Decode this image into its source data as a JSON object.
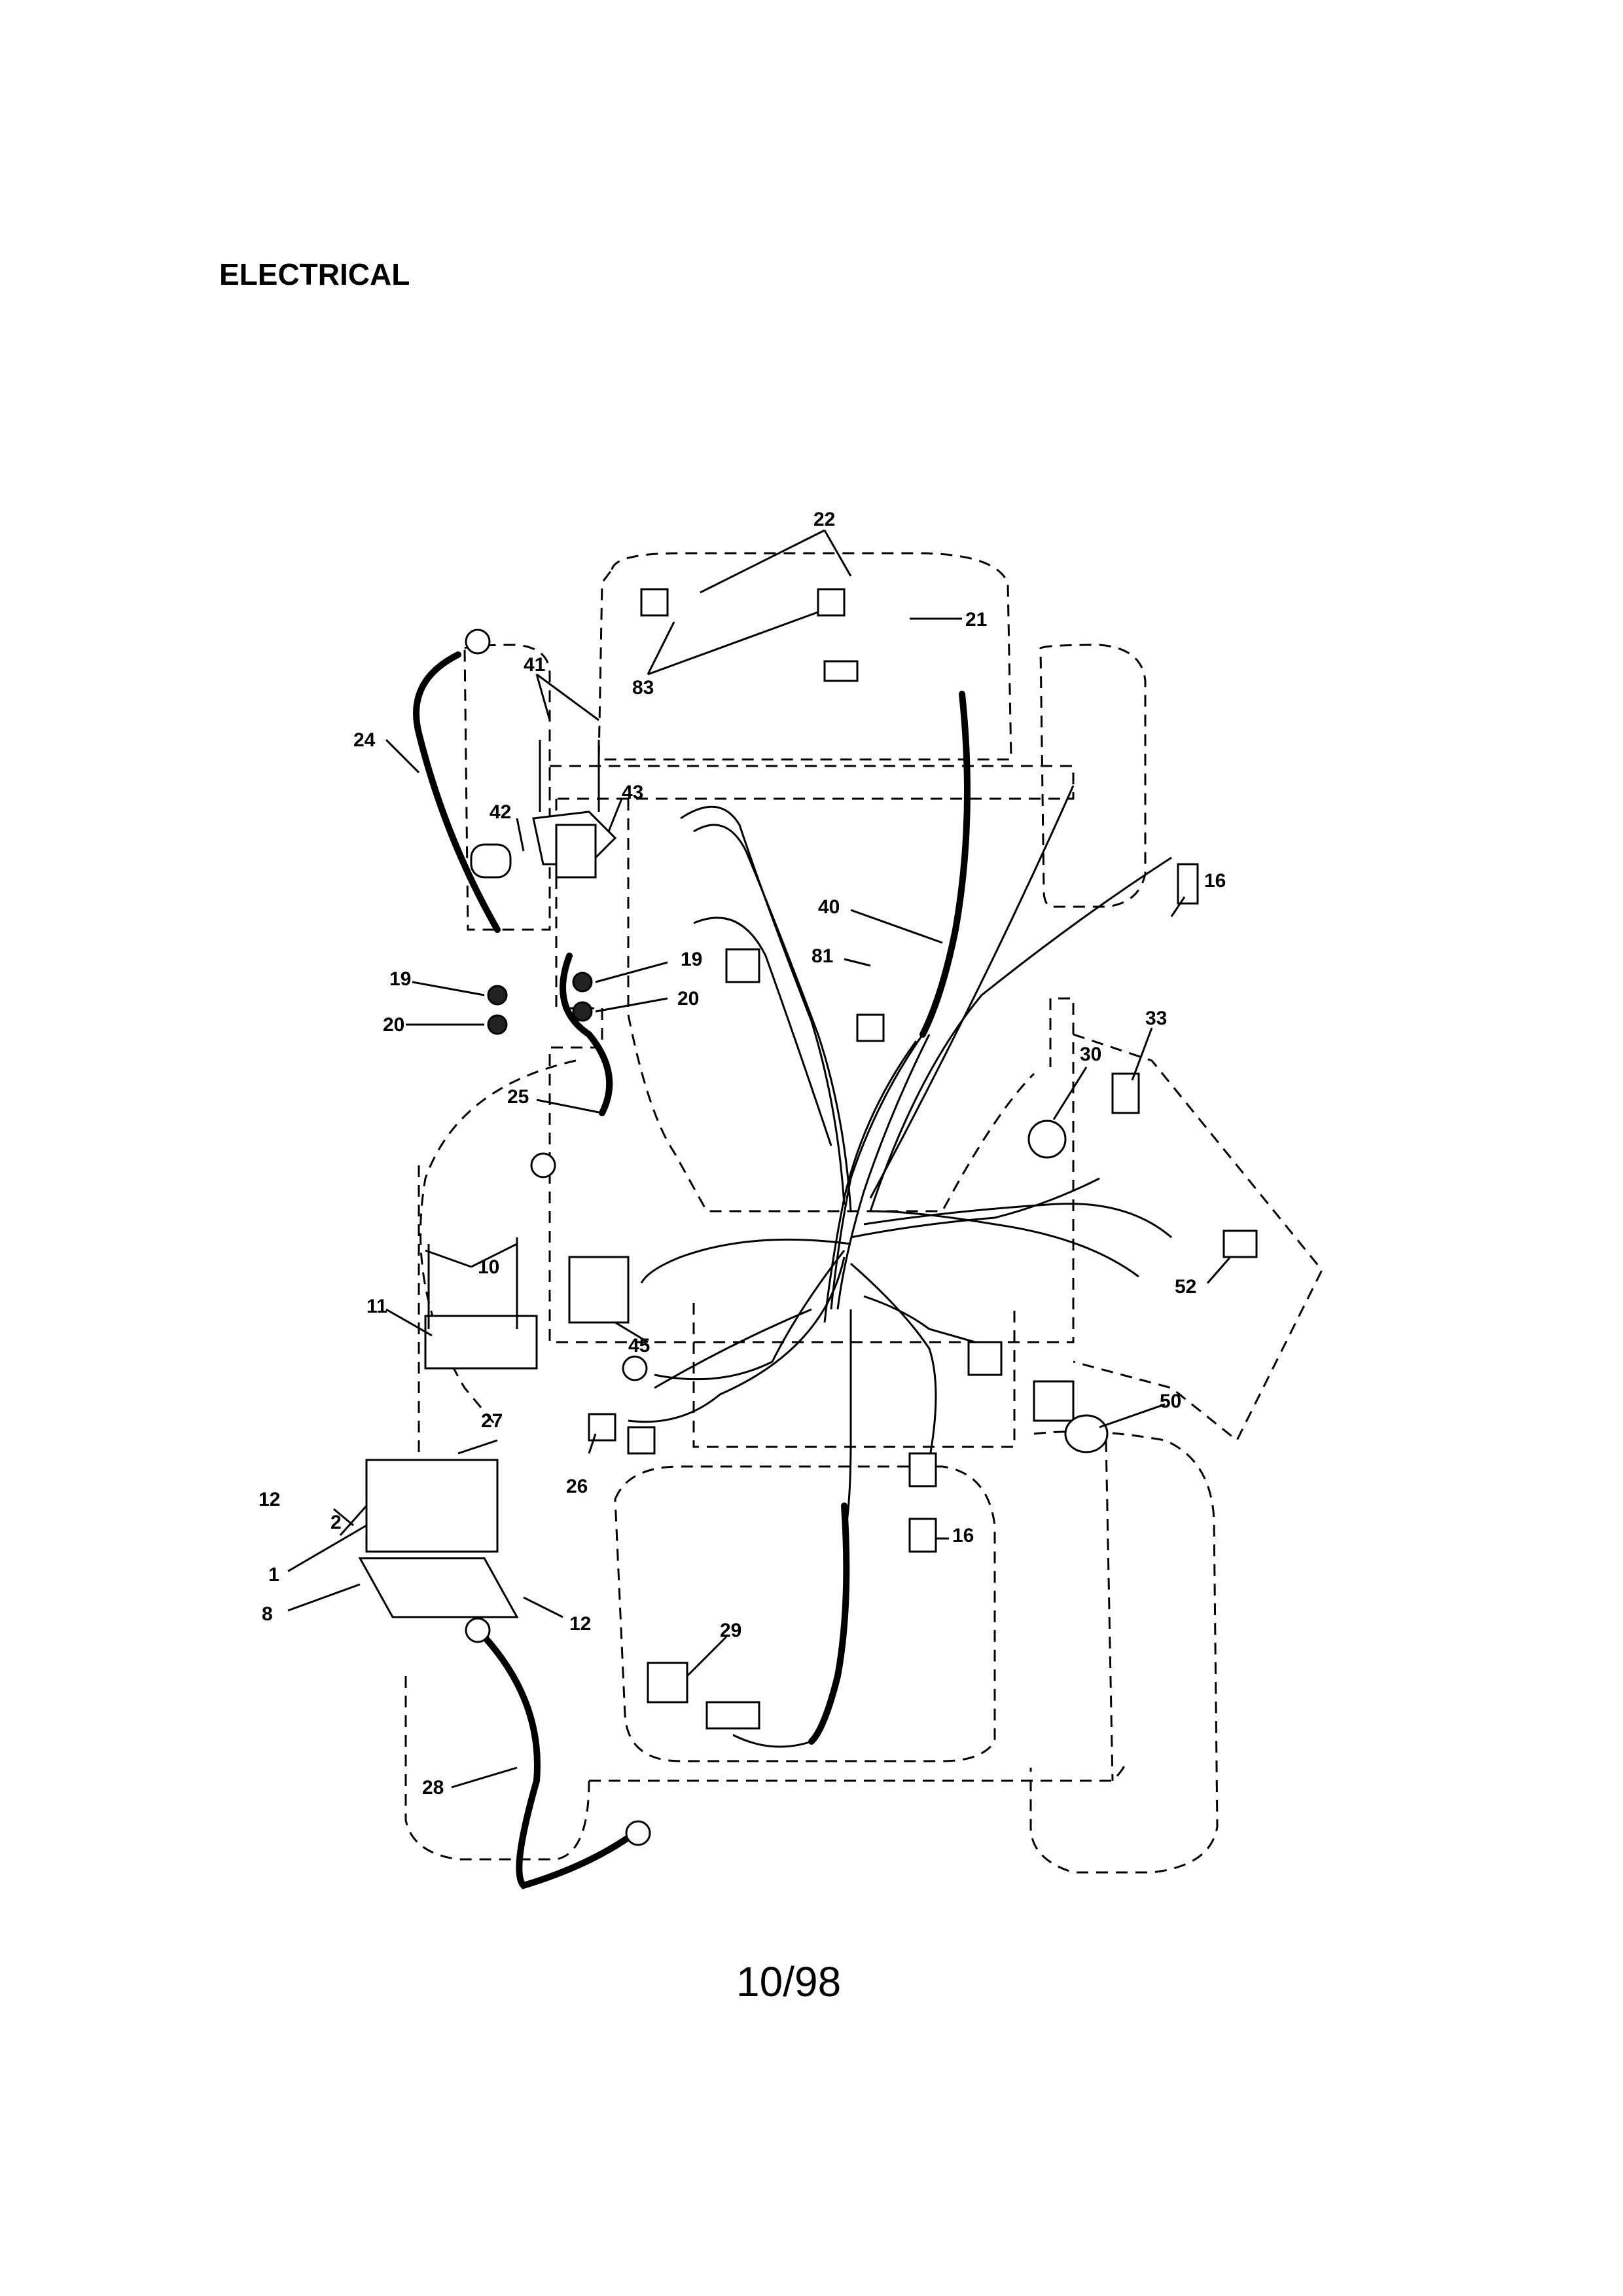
{
  "title": "ELECTRICAL",
  "footer": "10/98",
  "callouts": [
    "22",
    "21",
    "83",
    "41",
    "24",
    "42",
    "43",
    "40",
    "16",
    "81",
    "19",
    "20",
    "19",
    "20",
    "25",
    "33",
    "30",
    "10",
    "11",
    "45",
    "52",
    "27",
    "12",
    "2",
    "1",
    "8",
    "26",
    "50",
    "16",
    "12",
    "29",
    "28"
  ]
}
